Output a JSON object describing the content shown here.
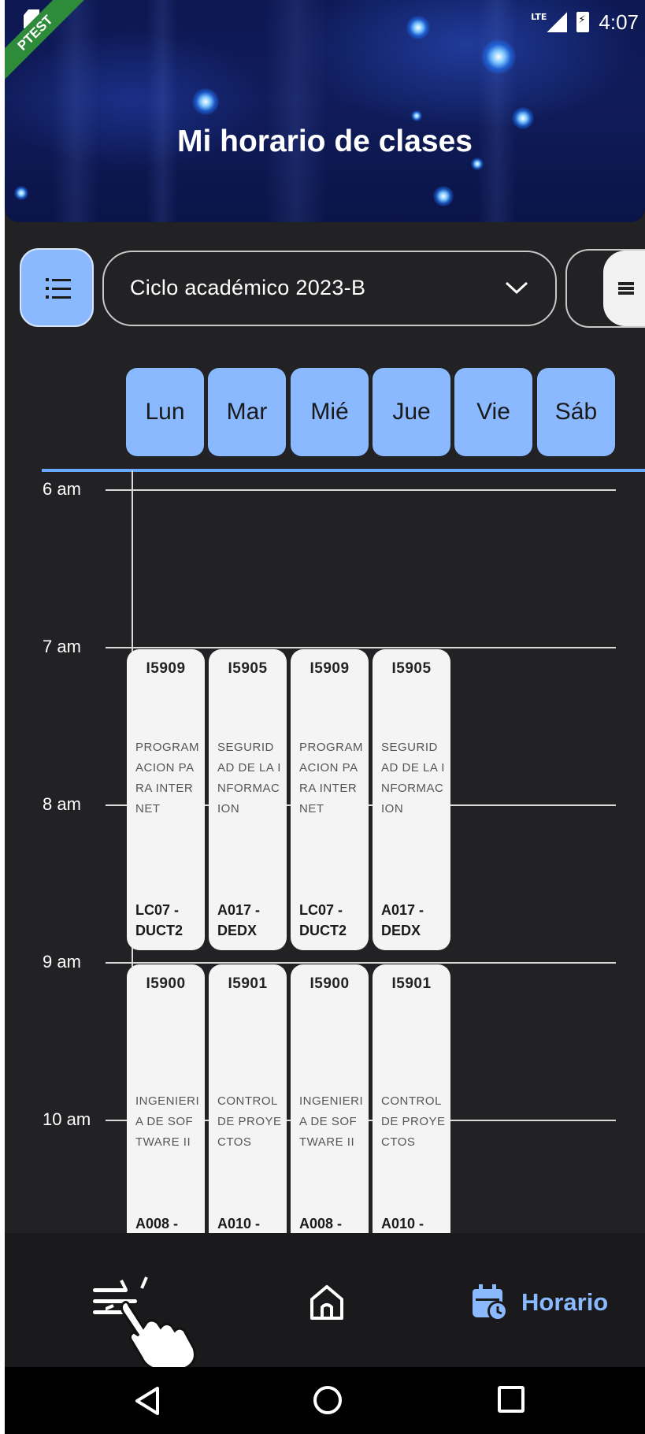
{
  "status_bar": {
    "badge": "PTEST",
    "network": "LTE",
    "time": "4:07"
  },
  "header": {
    "title": "Mi horario de clases"
  },
  "controls": {
    "menu_icon": "list-icon",
    "semester": "Ciclo académico 2023-B",
    "dropdown_icon": "chevron-down-icon",
    "toggle_icon": "menu-lines-icon"
  },
  "days": [
    "Lun",
    "Mar",
    "Mié",
    "Jue",
    "Vie",
    "Sáb"
  ],
  "hours": [
    "6 am",
    "7 am",
    "8 am",
    "9 am",
    "10 am"
  ],
  "courses_7am": [
    {
      "code": "I5909",
      "name": "PROGRAMACION PARA INTERNET",
      "room": "LC07 - DUCT2"
    },
    {
      "code": "I5905",
      "name": "SEGURIDAD DE LA INFORMACION",
      "room": "A017 - DEDX"
    },
    {
      "code": "I5909",
      "name": "PROGRAMACION PARA INTERNET",
      "room": "LC07 - DUCT2"
    },
    {
      "code": "I5905",
      "name": "SEGURIDAD DE LA INFORMACION",
      "room": "A017 - DEDX"
    }
  ],
  "courses_9am": [
    {
      "code": "I5900",
      "name": "INGENIERIA DE SOFTWARE II",
      "room": "A008 -"
    },
    {
      "code": "I5901",
      "name": "CONTROL DE PROYECTOS",
      "room": "A010 -"
    },
    {
      "code": "I5900",
      "name": "INGENIERIA DE SOFTWARE II",
      "room": "A008 -"
    },
    {
      "code": "I5901",
      "name": "CONTROL DE PROYECTOS",
      "room": "A010 -"
    }
  ],
  "bottom_nav": {
    "menu_icon": "hamburger-icon",
    "home_icon": "home-icon",
    "schedule_icon": "calendar-clock-icon",
    "schedule_label": "Horario",
    "accent": "#8ab9ff"
  },
  "system_nav": {
    "back": "back-icon",
    "home": "home-circle-icon",
    "recents": "recents-square-icon"
  }
}
